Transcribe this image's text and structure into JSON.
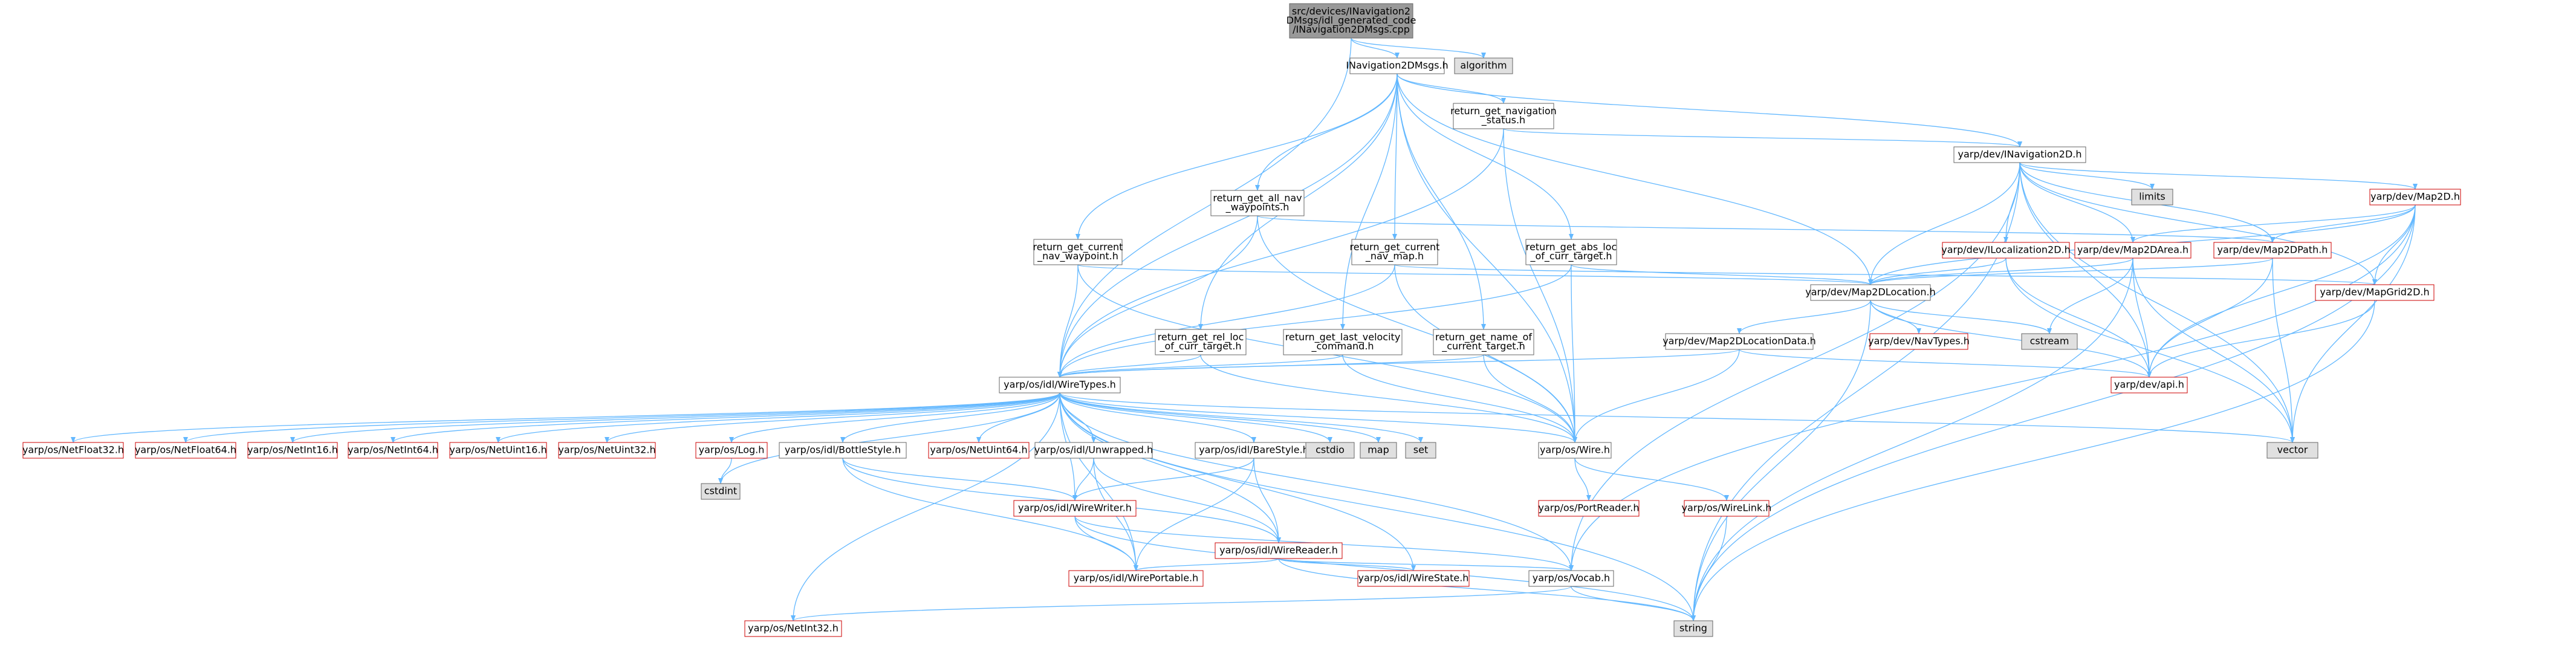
{
  "colors": {
    "edge": "#63b8ff",
    "border": "#666666",
    "white": "#ffffff",
    "gray": "#e0e0e0",
    "root": "#999999",
    "red": "#cc0000",
    "text": "#000000"
  },
  "nodes": [
    {
      "id": "root",
      "lines": [
        "src/devices/INavigation2",
        "DMsgs/idl_generated_code",
        "/INavigation2DMsgs.cpp"
      ],
      "style": "root"
    },
    {
      "id": "nav2dmsgs",
      "lines": [
        "INavigation2DMsgs.h"
      ],
      "style": "white"
    },
    {
      "id": "algorithm",
      "lines": [
        "algorithm"
      ],
      "style": "gray"
    },
    {
      "id": "ret_nav_status",
      "lines": [
        "return_get_navigation",
        "_status.h"
      ],
      "style": "white"
    },
    {
      "id": "inav2d",
      "lines": [
        "yarp/dev/INavigation2D.h"
      ],
      "style": "white"
    },
    {
      "id": "limits",
      "lines": [
        "limits"
      ],
      "style": "gray"
    },
    {
      "id": "map2d",
      "lines": [
        "yarp/dev/Map2D.h"
      ],
      "style": "red"
    },
    {
      "id": "ret_all_wp",
      "lines": [
        "return_get_all_nav",
        "_waypoints.h"
      ],
      "style": "white"
    },
    {
      "id": "ret_cur_wp",
      "lines": [
        "return_get_current",
        "_nav_waypoint.h"
      ],
      "style": "white"
    },
    {
      "id": "ret_cur_map",
      "lines": [
        "return_get_current",
        "_nav_map.h"
      ],
      "style": "white"
    },
    {
      "id": "ret_abs_loc",
      "lines": [
        "return_get_abs_loc",
        "_of_curr_target.h"
      ],
      "style": "white"
    },
    {
      "id": "iloc2d",
      "lines": [
        "yarp/dev/ILocalization2D.h"
      ],
      "style": "red"
    },
    {
      "id": "map2darea",
      "lines": [
        "yarp/dev/Map2DArea.h"
      ],
      "style": "red"
    },
    {
      "id": "map2dpath",
      "lines": [
        "yarp/dev/Map2DPath.h"
      ],
      "style": "red"
    },
    {
      "id": "map2dloc",
      "lines": [
        "yarp/dev/Map2DLocation.h"
      ],
      "style": "white"
    },
    {
      "id": "mapgrid2d",
      "lines": [
        "yarp/dev/MapGrid2D.h"
      ],
      "style": "red"
    },
    {
      "id": "ret_rel_loc",
      "lines": [
        "return_get_rel_loc",
        "_of_curr_target.h"
      ],
      "style": "white"
    },
    {
      "id": "ret_last_vel",
      "lines": [
        "return_get_last_velocity",
        "_command.h"
      ],
      "style": "white"
    },
    {
      "id": "ret_name",
      "lines": [
        "return_get_name_of",
        "_current_target.h"
      ],
      "style": "white"
    },
    {
      "id": "map2dlocdata",
      "lines": [
        "yarp/dev/Map2DLocationData.h"
      ],
      "style": "white"
    },
    {
      "id": "navtypes",
      "lines": [
        "yarp/dev/NavTypes.h"
      ],
      "style": "red"
    },
    {
      "id": "cstream",
      "lines": [
        "cstream"
      ],
      "style": "gray"
    },
    {
      "id": "api",
      "lines": [
        "yarp/dev/api.h"
      ],
      "style": "red"
    },
    {
      "id": "wiretypes",
      "lines": [
        "yarp/os/idl/WireTypes.h"
      ],
      "style": "white"
    },
    {
      "id": "netfloat32",
      "lines": [
        "yarp/os/NetFloat32.h"
      ],
      "style": "red"
    },
    {
      "id": "netfloat64",
      "lines": [
        "yarp/os/NetFloat64.h"
      ],
      "style": "red"
    },
    {
      "id": "netint16",
      "lines": [
        "yarp/os/NetInt16.h"
      ],
      "style": "red"
    },
    {
      "id": "netint64",
      "lines": [
        "yarp/os/NetInt64.h"
      ],
      "style": "red"
    },
    {
      "id": "netuint16",
      "lines": [
        "yarp/os/NetUint16.h"
      ],
      "style": "red"
    },
    {
      "id": "netuint32",
      "lines": [
        "yarp/os/NetUint32.h"
      ],
      "style": "red"
    },
    {
      "id": "log",
      "lines": [
        "yarp/os/Log.h"
      ],
      "style": "red"
    },
    {
      "id": "bottlestyle",
      "lines": [
        "yarp/os/idl/BottleStyle.h"
      ],
      "style": "white"
    },
    {
      "id": "netuint64",
      "lines": [
        "yarp/os/NetUint64.h"
      ],
      "style": "red"
    },
    {
      "id": "unwrapped",
      "lines": [
        "yarp/os/idl/Unwrapped.h"
      ],
      "style": "white"
    },
    {
      "id": "barestyle",
      "lines": [
        "yarp/os/idl/BareStyle.h"
      ],
      "style": "white"
    },
    {
      "id": "cstdio",
      "lines": [
        "cstdio"
      ],
      "style": "gray"
    },
    {
      "id": "map",
      "lines": [
        "map"
      ],
      "style": "gray"
    },
    {
      "id": "set",
      "lines": [
        "set"
      ],
      "style": "gray"
    },
    {
      "id": "wire",
      "lines": [
        "yarp/os/Wire.h"
      ],
      "style": "white"
    },
    {
      "id": "vector",
      "lines": [
        "vector"
      ],
      "style": "gray"
    },
    {
      "id": "cstdint",
      "lines": [
        "cstdint"
      ],
      "style": "gray"
    },
    {
      "id": "wirewriter",
      "lines": [
        "yarp/os/idl/WireWriter.h"
      ],
      "style": "red"
    },
    {
      "id": "portreader",
      "lines": [
        "yarp/os/PortReader.h"
      ],
      "style": "red"
    },
    {
      "id": "wirelink",
      "lines": [
        "yarp/os/WireLink.h"
      ],
      "style": "red"
    },
    {
      "id": "wirereader",
      "lines": [
        "yarp/os/idl/WireReader.h"
      ],
      "style": "red"
    },
    {
      "id": "wireportable",
      "lines": [
        "yarp/os/idl/WirePortable.h"
      ],
      "style": "red"
    },
    {
      "id": "wirestate",
      "lines": [
        "yarp/os/idl/WireState.h"
      ],
      "style": "red"
    },
    {
      "id": "vocab",
      "lines": [
        "yarp/os/Vocab.h"
      ],
      "style": "white"
    },
    {
      "id": "string",
      "lines": [
        "string"
      ],
      "style": "gray"
    },
    {
      "id": "netint32",
      "lines": [
        "yarp/os/NetInt32.h"
      ],
      "style": "red"
    }
  ],
  "edges": [
    [
      "root",
      "nav2dmsgs"
    ],
    [
      "root",
      "algorithm"
    ],
    [
      "root",
      "wiretypes"
    ],
    [
      "nav2dmsgs",
      "ret_nav_status"
    ],
    [
      "nav2dmsgs",
      "inav2d"
    ],
    [
      "nav2dmsgs",
      "ret_all_wp"
    ],
    [
      "nav2dmsgs",
      "ret_cur_wp"
    ],
    [
      "nav2dmsgs",
      "ret_cur_map"
    ],
    [
      "nav2dmsgs",
      "ret_abs_loc"
    ],
    [
      "nav2dmsgs",
      "ret_rel_loc"
    ],
    [
      "nav2dmsgs",
      "ret_last_vel"
    ],
    [
      "nav2dmsgs",
      "ret_name"
    ],
    [
      "nav2dmsgs",
      "map2dloc"
    ],
    [
      "nav2dmsgs",
      "wiretypes"
    ],
    [
      "nav2dmsgs",
      "wire"
    ],
    [
      "ret_nav_status",
      "inav2d"
    ],
    [
      "ret_nav_status",
      "wiretypes"
    ],
    [
      "ret_nav_status",
      "wire"
    ],
    [
      "inav2d",
      "limits"
    ],
    [
      "inav2d",
      "map2d"
    ],
    [
      "inav2d",
      "iloc2d"
    ],
    [
      "inav2d",
      "map2darea"
    ],
    [
      "inav2d",
      "map2dpath"
    ],
    [
      "inav2d",
      "map2dloc"
    ],
    [
      "inav2d",
      "mapgrid2d"
    ],
    [
      "inav2d",
      "api"
    ],
    [
      "inav2d",
      "vocab"
    ],
    [
      "inav2d",
      "vector"
    ],
    [
      "inav2d",
      "string"
    ],
    [
      "map2d",
      "map2darea"
    ],
    [
      "map2d",
      "map2dpath"
    ],
    [
      "map2d",
      "map2dloc"
    ],
    [
      "map2d",
      "mapgrid2d"
    ],
    [
      "map2d",
      "api"
    ],
    [
      "map2d",
      "vector"
    ],
    [
      "map2d",
      "string"
    ],
    [
      "map2d",
      "vocab"
    ],
    [
      "ret_all_wp",
      "map2dpath"
    ],
    [
      "ret_all_wp",
      "wiretypes"
    ],
    [
      "ret_all_wp",
      "wire"
    ],
    [
      "ret_cur_wp",
      "map2dloc"
    ],
    [
      "ret_cur_wp",
      "wiretypes"
    ],
    [
      "ret_cur_wp",
      "wire"
    ],
    [
      "ret_cur_map",
      "mapgrid2d"
    ],
    [
      "ret_cur_map",
      "wiretypes"
    ],
    [
      "ret_cur_map",
      "wire"
    ],
    [
      "ret_abs_loc",
      "map2dloc"
    ],
    [
      "ret_abs_loc",
      "wiretypes"
    ],
    [
      "ret_abs_loc",
      "wire"
    ],
    [
      "iloc2d",
      "map2dloc"
    ],
    [
      "iloc2d",
      "api"
    ],
    [
      "iloc2d",
      "vector"
    ],
    [
      "map2darea",
      "map2dloc"
    ],
    [
      "map2darea",
      "api"
    ],
    [
      "map2darea",
      "vector"
    ],
    [
      "map2darea",
      "cstream"
    ],
    [
      "map2darea",
      "string"
    ],
    [
      "map2dpath",
      "map2dloc"
    ],
    [
      "map2dpath",
      "api"
    ],
    [
      "map2dpath",
      "vector"
    ],
    [
      "mapgrid2d",
      "api"
    ],
    [
      "mapgrid2d",
      "string"
    ],
    [
      "map2dloc",
      "map2dlocdata"
    ],
    [
      "map2dloc",
      "navtypes"
    ],
    [
      "map2dloc",
      "cstream"
    ],
    [
      "map2dloc",
      "api"
    ],
    [
      "map2dloc",
      "string"
    ],
    [
      "map2dlocdata",
      "wiretypes"
    ],
    [
      "map2dlocdata",
      "wire"
    ],
    [
      "map2dlocdata",
      "api"
    ],
    [
      "ret_rel_loc",
      "wiretypes"
    ],
    [
      "ret_rel_loc",
      "wire"
    ],
    [
      "ret_last_vel",
      "wiretypes"
    ],
    [
      "ret_last_vel",
      "wire"
    ],
    [
      "ret_name",
      "wiretypes"
    ],
    [
      "ret_name",
      "wire"
    ],
    [
      "wiretypes",
      "netfloat32"
    ],
    [
      "wiretypes",
      "netfloat64"
    ],
    [
      "wiretypes",
      "netint16"
    ],
    [
      "wiretypes",
      "netint64"
    ],
    [
      "wiretypes",
      "netuint16"
    ],
    [
      "wiretypes",
      "netuint32"
    ],
    [
      "wiretypes",
      "log"
    ],
    [
      "wiretypes",
      "bottlestyle"
    ],
    [
      "wiretypes",
      "netuint64"
    ],
    [
      "wiretypes",
      "unwrapped"
    ],
    [
      "wiretypes",
      "barestyle"
    ],
    [
      "wiretypes",
      "cstdio"
    ],
    [
      "wiretypes",
      "map"
    ],
    [
      "wiretypes",
      "set"
    ],
    [
      "wiretypes",
      "wire"
    ],
    [
      "wiretypes",
      "vector"
    ],
    [
      "wiretypes",
      "cstdint"
    ],
    [
      "wiretypes",
      "wirewriter"
    ],
    [
      "wiretypes",
      "wirereader"
    ],
    [
      "wiretypes",
      "wireportable"
    ],
    [
      "wiretypes",
      "wirestate"
    ],
    [
      "wiretypes",
      "vocab"
    ],
    [
      "wiretypes",
      "string"
    ],
    [
      "wiretypes",
      "netint32"
    ],
    [
      "log",
      "cstdint"
    ],
    [
      "bottlestyle",
      "wirewriter"
    ],
    [
      "bottlestyle",
      "wirereader"
    ],
    [
      "bottlestyle",
      "wireportable"
    ],
    [
      "unwrapped",
      "wirewriter"
    ],
    [
      "unwrapped",
      "wirereader"
    ],
    [
      "unwrapped",
      "wireportable"
    ],
    [
      "barestyle",
      "wirewriter"
    ],
    [
      "barestyle",
      "wirereader"
    ],
    [
      "barestyle",
      "wireportable"
    ],
    [
      "wire",
      "portreader"
    ],
    [
      "wire",
      "wirelink"
    ],
    [
      "wirelink",
      "string"
    ],
    [
      "wirewriter",
      "wireportable"
    ],
    [
      "wirewriter",
      "vocab"
    ],
    [
      "wirewriter",
      "string"
    ],
    [
      "wirereader",
      "wireportable"
    ],
    [
      "wirereader",
      "wirestate"
    ],
    [
      "wirereader",
      "vocab"
    ],
    [
      "wirereader",
      "string"
    ],
    [
      "vocab",
      "netint32"
    ],
    [
      "vocab",
      "string"
    ]
  ]
}
